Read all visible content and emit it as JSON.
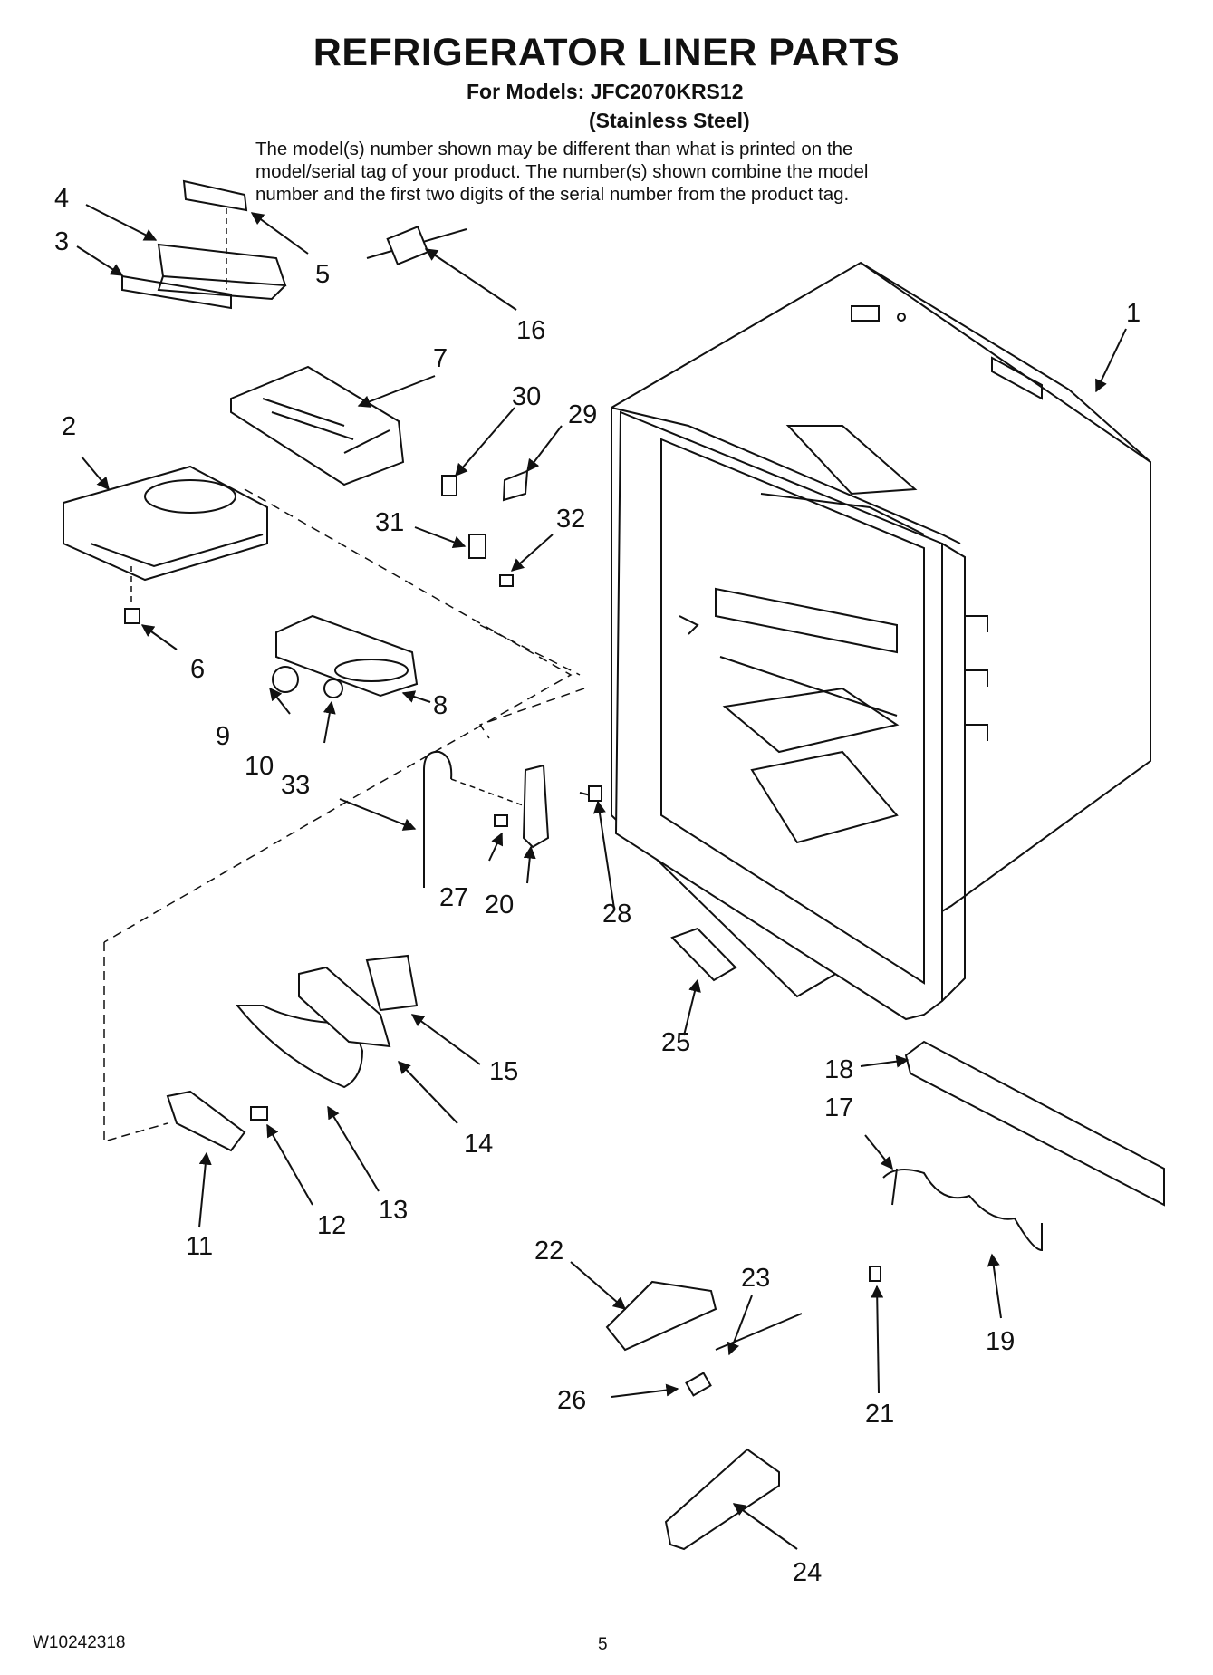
{
  "header": {
    "title": "REFRIGERATOR LINER PARTS",
    "models_line": "For Models: JFC2070KRS12",
    "variant_line": "(Stainless Steel)",
    "note_lines": [
      "The model(s) number shown may be different than what is printed on the",
      "model/serial tag of your product. The number(s) shown combine the model",
      "number and the first two digits of the serial number from the product tag."
    ]
  },
  "callouts": [
    "1",
    "2",
    "3",
    "4",
    "5",
    "6",
    "7",
    "8",
    "9",
    "10",
    "11",
    "12",
    "13",
    "14",
    "15",
    "16",
    "17",
    "18",
    "19",
    "20",
    "21",
    "22",
    "23",
    "24",
    "25",
    "26",
    "27",
    "28",
    "29",
    "30",
    "31",
    "32",
    "33"
  ],
  "footer": {
    "doc_number": "W10242318",
    "page_number": "5"
  }
}
